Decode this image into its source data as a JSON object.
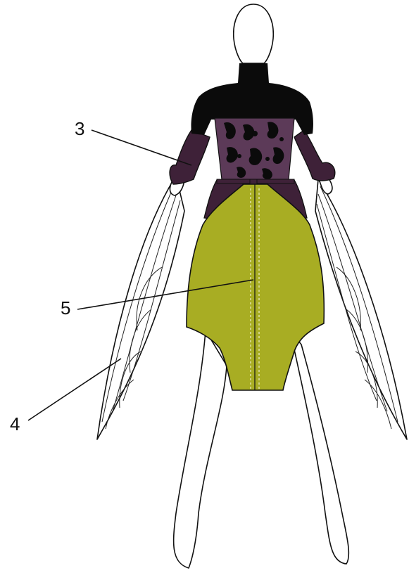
{
  "figure": {
    "callouts": [
      {
        "id": "3",
        "text": "3"
      },
      {
        "id": "4",
        "text": "4"
      },
      {
        "id": "5",
        "text": "5"
      }
    ]
  },
  "colors": {
    "turtleneck": "#0b0b0b",
    "sleeve": "#3e2138",
    "bodice": "#5c3a58",
    "lace": "#0b0b0b",
    "skirt": "#a8ad23",
    "outline": "#111111",
    "mannequin": "#ffffff"
  }
}
